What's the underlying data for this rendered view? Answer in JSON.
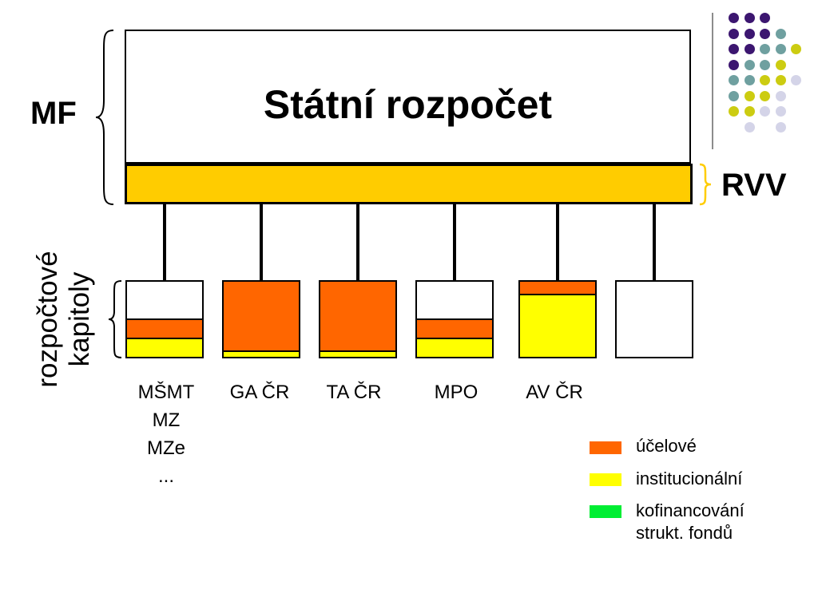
{
  "main_title": "Státní rozpočet",
  "mf_label": "MF",
  "rvv_label": "RVV",
  "side_label": {
    "line1": "rozpočtové",
    "line2": "kapitoly"
  },
  "colors": {
    "ucelove": "#ff6600",
    "institucionalni": "#ffff00",
    "kofinancovani": "#00ee33",
    "rvv_bar": "#ffcc00",
    "dot_purple": "#3c1670",
    "dot_teal": "#6fa0a0",
    "dot_olive": "#cccc11",
    "dot_lavender": "#d4d4e8"
  },
  "chapters": [
    {
      "labels": [
        "MŠMT",
        "MZ",
        "MZe",
        "..."
      ],
      "ucelove": 0.25,
      "institucionalni": 0.25
    },
    {
      "labels": [
        "GA ČR"
      ],
      "ucelove": 0.92,
      "institucionalni": 0.08
    },
    {
      "labels": [
        "TA ČR"
      ],
      "ucelove": 0.92,
      "institucionalni": 0.08
    },
    {
      "labels": [
        "MPO"
      ],
      "ucelove": 0.25,
      "institucionalni": 0.25
    },
    {
      "labels": [
        "AV ČR"
      ],
      "ucelove": 0.16,
      "institucionalni": 0.84
    },
    {
      "labels": [],
      "ucelove": 0,
      "institucionalni": 0
    }
  ],
  "legend": {
    "ucelove": "účelové",
    "institucionalni": "institucionální",
    "kofinancovani_line1": "kofinancování",
    "kofinancovani_line2": "strukt. fondů"
  }
}
